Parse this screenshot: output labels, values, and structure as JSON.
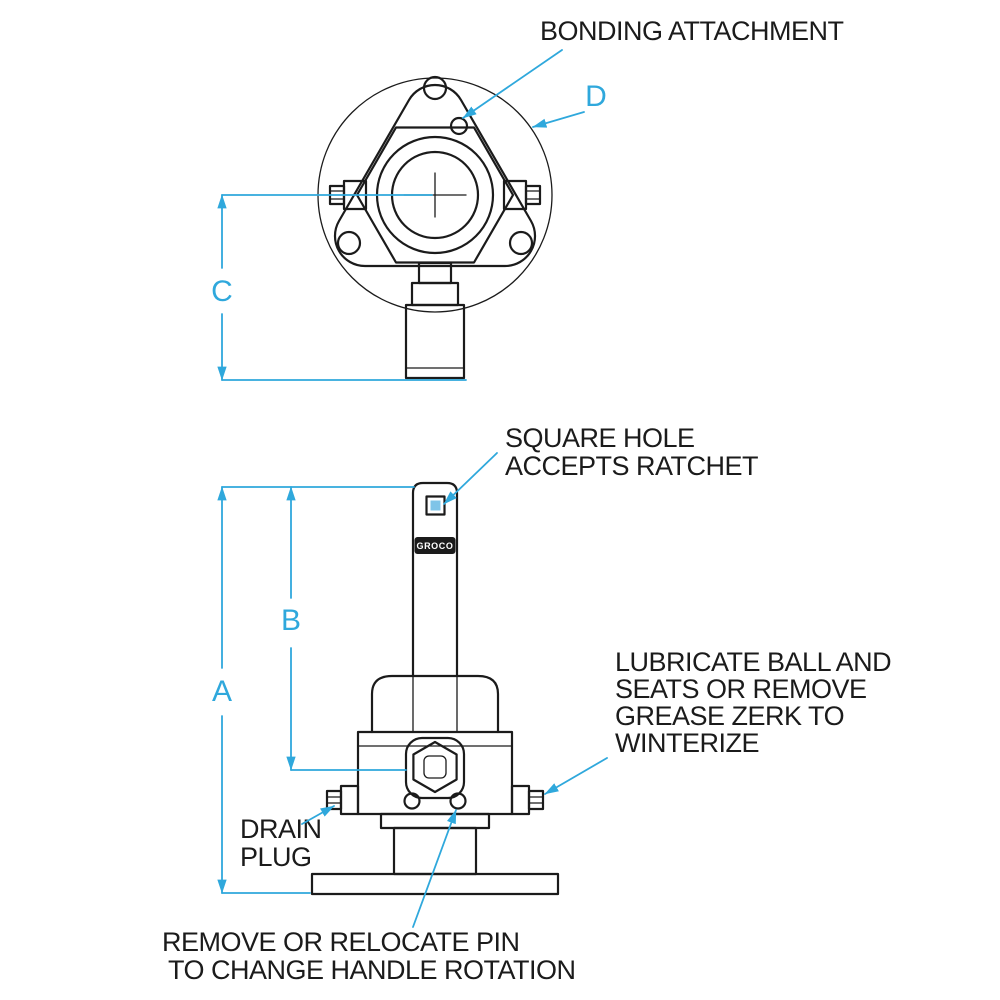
{
  "diagram": {
    "brand": "GROCO",
    "colors": {
      "line": "#1b1b1b",
      "accent": "#2fa8dc",
      "hole_fill": "#7fc4e8"
    },
    "dimensions": {
      "a": "A",
      "b": "B",
      "c": "C",
      "d": "D"
    },
    "callouts": {
      "bonding": "BONDING ATTACHMENT",
      "square_hole": [
        "SQUARE HOLE",
        "ACCEPTS RATCHET"
      ],
      "lubricate": [
        "LUBRICATE BALL AND",
        "SEATS OR REMOVE",
        "GREASE ZERK TO",
        "WINTERIZE"
      ],
      "drain": [
        "DRAIN",
        "PLUG"
      ],
      "remove_pin": [
        "REMOVE OR RELOCATE PIN",
        "TO CHANGE HANDLE ROTATION"
      ]
    }
  }
}
